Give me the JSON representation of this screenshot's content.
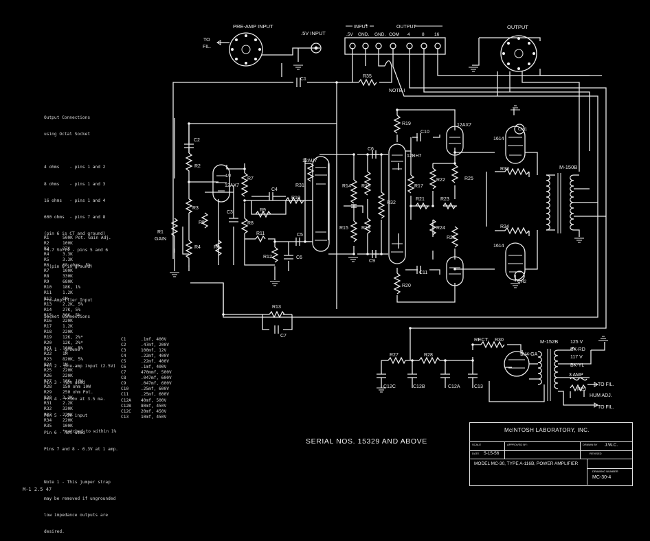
{
  "labels": {
    "preamp_input": "PRE-AMP INPUT",
    "to_fil_top": "TO",
    "to_fil_top2": "FIL.",
    "half_volt_input": ".5V INPUT",
    "input_group": "INPUT",
    "output_group": "OUTPUT",
    "terminals": [
      ".5V",
      "GND.",
      "GND.",
      "COM",
      "4",
      "8",
      "16"
    ],
    "output_socket": "OUTPUT",
    "note1": "NOTE I",
    "rect": "RECT.",
    "m150b": "M-150B",
    "m152b": "M-152B",
    "tube_5u4": "5U4-GA",
    "tube_12au7": "12AU7",
    "tube_12ax7_a": "12AX7",
    "tube_12ax7_b": "12AX7",
    "tube_12bh7": "12BH7",
    "tube_1614_a": "1614",
    "tube_1614_b": "1614",
    "ch1": "CH1",
    "ch2": "CH2",
    "r1_gain": "GAIN",
    "v125": "125 V",
    "bkrd": "BK-RD",
    "v117": "117 V",
    "bkyl": "BK-YL",
    "amp3": "3 AMP",
    "to_fil_1": "TO FIL.",
    "hum_adj": "HUM ADJ.",
    "to_fil_2": "TO FIL.",
    "half": "1/2"
  },
  "refs": {
    "R1": "R1",
    "R2": "R2",
    "R3": "R3",
    "R4": "R4",
    "R5": "R5",
    "R6": "R6",
    "R7": "R7",
    "R8": "R8",
    "R9": "R9",
    "R10": "R10",
    "R11": "R11",
    "R12": "R12",
    "R13": "R13",
    "R14": "R14",
    "R15": "R15",
    "R16": "R16",
    "R17": "R17",
    "R18": "R18",
    "R19": "R19",
    "R20": "R20",
    "R21": "R21",
    "R22": "R22",
    "R23": "R23",
    "R24": "R24",
    "R25": "R25",
    "R26": "R26",
    "R27": "R27",
    "R28": "R28",
    "R29": "R29",
    "R30": "R30",
    "R31": "R31",
    "R32": "R32",
    "R33": "R33",
    "R34": "R34",
    "R35": "R35",
    "C1": "C1",
    "C2": "C2",
    "C3": "C3",
    "C4": "C4",
    "C5": "C5",
    "C6a": "C6",
    "C6b": "C6",
    "C7": "C7",
    "C9": "C9",
    "C10": "C10",
    "C11": "C11",
    "C12A": "C12A",
    "C12B": "C12B",
    "C12C": "C12C",
    "C13": "C13"
  },
  "notes": {
    "output_connections": [
      "Output Connections",
      "using Octal Socket"
    ],
    "output_list": [
      "4 ohms    - pins 1 and 2",
      "8 ohms    - pins 1 and 3",
      "16 ohms   - pins 1 and 4",
      "600 ohms  - pins 7 and 8",
      "(pin 6 is CT and ground)",
      "70.7 Volts - pins 5 and 6",
      "  (pin 6 in ground)"
    ],
    "preamp_heading": [
      "Pre-Amplifier Input",
      "Socket Connections"
    ],
    "preamp_list": [
      "Pin 1 - ground",
      "Pin 2 - pre-amp input (2.5V)",
      "Pin 3 - not used",
      "Pin 4 - +310v at 3.5 ma.",
      "Pin 5 - .5v input",
      "Pin 6 - not used",
      "Pins 7 and 8 - 6.3V at 1 amp."
    ],
    "note1": [
      "Note 1 - This jumper strap",
      "may be removed if ungrounded",
      "low impedance outputs are",
      "desired."
    ]
  },
  "parts_resistors": [
    [
      "R1",
      "500K Pot. Gain Adj."
    ],
    [
      "R2",
      "100K"
    ],
    [
      "R3",
      "27K"
    ],
    [
      "R4",
      "3.3K"
    ],
    [
      "R5",
      "3.3K"
    ],
    [
      "R6",
      "68 ohms, 5%"
    ],
    [
      "R7",
      "100K"
    ],
    [
      "R8",
      "330K"
    ],
    [
      "R9",
      "680K"
    ],
    [
      "R10",
      "18K, 1%"
    ],
    [
      "R11",
      "1.2K"
    ],
    [
      "R12",
      "1M"
    ],
    [
      "R13",
      "2.2K, 5%"
    ],
    [
      "R14",
      "27K, 5%"
    ],
    [
      "R15",
      "30K, 5%"
    ],
    [
      "R16",
      "220K"
    ],
    [
      "R17",
      "1.2K"
    ],
    [
      "R18",
      "220K"
    ],
    [
      "R19",
      "12K, 2%*"
    ],
    [
      "R20",
      "12K, 2%*"
    ],
    [
      "R21",
      "100K, 5%"
    ],
    [
      "R22",
      "1M"
    ],
    [
      "R23",
      "820K, 5%"
    ],
    [
      "R24",
      "1M"
    ],
    [
      "R25",
      "220K"
    ],
    [
      "R26",
      "220K"
    ],
    [
      "R27",
      "10K, 10W"
    ],
    [
      "R28",
      "150 ohm 10W"
    ],
    [
      "R29",
      "250 ohm Pot."
    ],
    [
      "R30",
      "3.3K"
    ],
    [
      "R31",
      "2.2K"
    ],
    [
      "R32",
      "330K"
    ],
    [
      "R33",
      "220K"
    ],
    [
      "R34",
      "220K"
    ],
    [
      "R35",
      "100K"
    ],
    [
      "",
      "*matched to within 1%"
    ]
  ],
  "parts_capacitors": [
    [
      "C1",
      ".1mf, 400V"
    ],
    [
      "C2",
      ".47mf, 200V"
    ],
    [
      "C3",
      "100mf, 12V"
    ],
    [
      "C4",
      ".22mf, 400V"
    ],
    [
      "C5",
      ".22mf, 400V"
    ],
    [
      "C6",
      ".1mf, 400V"
    ],
    [
      "C7",
      "470mmf, 500V"
    ],
    [
      "C8",
      ".047mf, 600V"
    ],
    [
      "C9",
      ".047mf, 600V"
    ],
    [
      "C10",
      ".25mf, 600V"
    ],
    [
      "C11",
      ".25mf, 600V"
    ],
    [
      "C12A",
      "40mf, 500V"
    ],
    [
      "C12B",
      "80mf, 450V"
    ],
    [
      "C12C",
      "20mf, 450V"
    ],
    [
      "C13",
      "10mf, 450V"
    ]
  ],
  "serial": "SERIAL NOS. 15329 AND ABOVE",
  "title_block": {
    "company": "McINTOSH LABORATORY, INC.",
    "scale_label": "SCALE",
    "approved_label": "APPROVED BY:",
    "drawn_label": "DRAWN BY",
    "drawn_value": "J.W.C.",
    "date_label": "DATE",
    "date_value": "5-15-56",
    "revised_label": "REVISED",
    "model": "MODEL MC-30, TYPE A-116B, POWER AMPLIFIER",
    "drawing_number_label": "DRAWING NUMBER",
    "drawing_number": "MC-30-4"
  },
  "drawing_code": "M-1 2.5 47"
}
